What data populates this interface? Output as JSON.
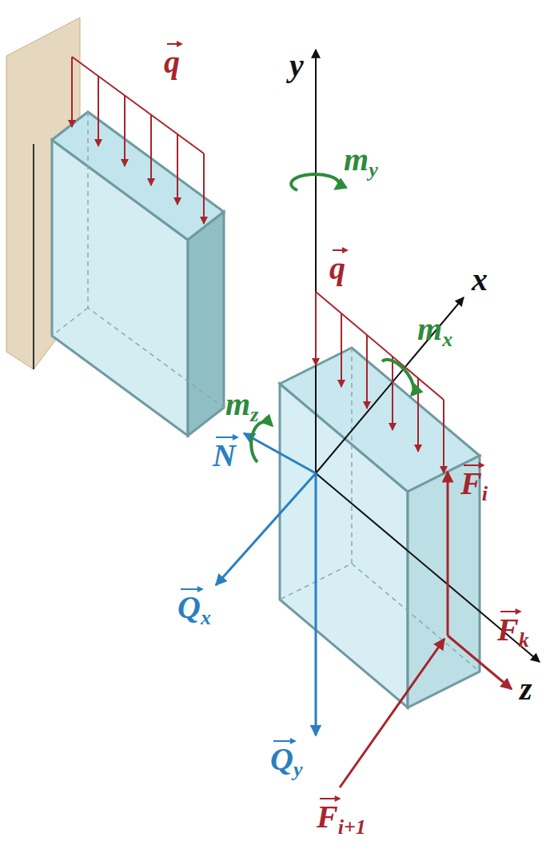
{
  "diagram": {
    "labels": [
      "q",
      "y",
      "my",
      "x",
      "mx",
      "q",
      "mz",
      "N",
      "Fi",
      "Qx",
      "Fk",
      "Qy",
      "z",
      "Fi+1"
    ]
  }
}
